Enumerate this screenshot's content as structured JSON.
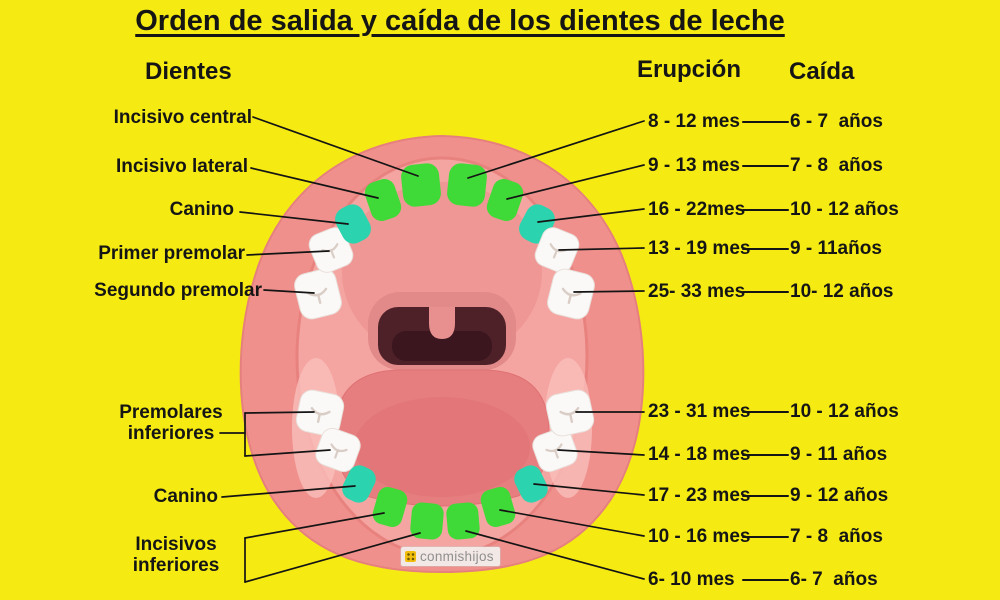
{
  "title": "Orden de salida y caída de los dientes de leche",
  "headers": {
    "dientes": "Dientes",
    "erupcion": "Erupción",
    "caida": "Caída"
  },
  "left_labels": {
    "incisivo_central": "Incisivo central",
    "incisivo_lateral": "Incisivo lateral",
    "canino_superior": "Canino",
    "primer_premolar": "Primer premolar",
    "segundo_premolar": "Segundo premolar",
    "premolares_inferiores": "Premolares inferiores",
    "canino_inferior": "Canino",
    "incisivos_inferiores": "Incisivos inferiores"
  },
  "rows": [
    {
      "tooth": "Incisivo central",
      "eruption": "8 - 12 mes",
      "fall": "6 - 7  años"
    },
    {
      "tooth": "Incisivo lateral",
      "eruption": "9 - 13 mes",
      "fall": "7 - 8  años"
    },
    {
      "tooth": "Canino",
      "eruption": "16 - 22mes",
      "fall": "10 - 12 años"
    },
    {
      "tooth": "Primer premolar",
      "eruption": "13 - 19 mes",
      "fall": "9 - 11años"
    },
    {
      "tooth": "Segundo premolar",
      "eruption": "25- 33 mes",
      "fall": "10- 12 años"
    },
    {
      "tooth": "Premolares inferiores",
      "eruption": "23 - 31 mes",
      "fall": "10 - 12 años"
    },
    {
      "tooth": "Premolares inferiores",
      "eruption": "14 - 18 mes",
      "fall": "9 - 11 años"
    },
    {
      "tooth": "Canino inferior",
      "eruption": "17 - 23 mes",
      "fall": "9 - 12 años"
    },
    {
      "tooth": "Incisivos inferiores",
      "eruption": "10 - 16 mes",
      "fall": "7 - 8  años"
    },
    {
      "tooth": "Incisivos inferiores",
      "eruption": "6- 10 mes",
      "fall": "6- 7  años"
    }
  ],
  "watermark": {
    "icon": "dots-grid-icon",
    "text": "conmishijos"
  },
  "colors": {
    "background": "#F5EB12",
    "tooth_incisor_green": "#3FD938",
    "tooth_canine_cyan": "#2BD3AE",
    "tooth_premolar_white": "#FBF9F8",
    "mouth_outer": "#F0908D",
    "mouth_inner": "#F5A5A1",
    "throat_dark": "#4E2129",
    "tongue": "#E67E7F",
    "leader_line": "#141414",
    "text": "#151515"
  }
}
